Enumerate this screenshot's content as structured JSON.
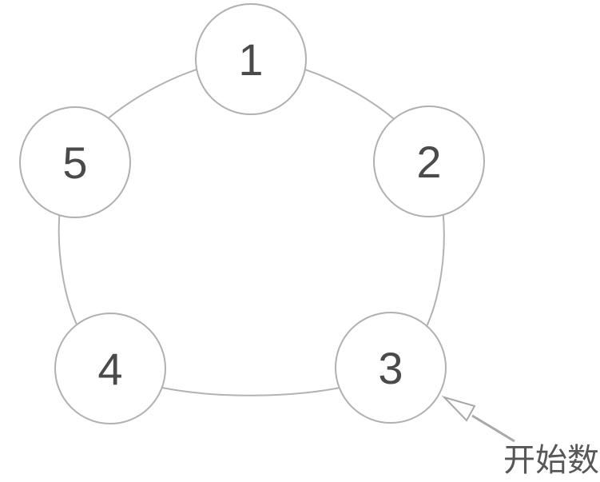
{
  "diagram": {
    "type": "circular-counting-diagram",
    "background": "#ffffff",
    "nodes": [
      {
        "label": "1"
      },
      {
        "label": "2"
      },
      {
        "label": "3"
      },
      {
        "label": "4"
      },
      {
        "label": "5"
      }
    ],
    "annotation": {
      "label": "开始数",
      "target_node": "3"
    },
    "colors": {
      "ring_stroke": "#b2b2b2",
      "node_border": "#b0b0b0",
      "node_fill": "#ffffff",
      "number_text": "#4a4a4a",
      "annotation_text": "#575757",
      "arrow": "#a8a8a8"
    }
  }
}
